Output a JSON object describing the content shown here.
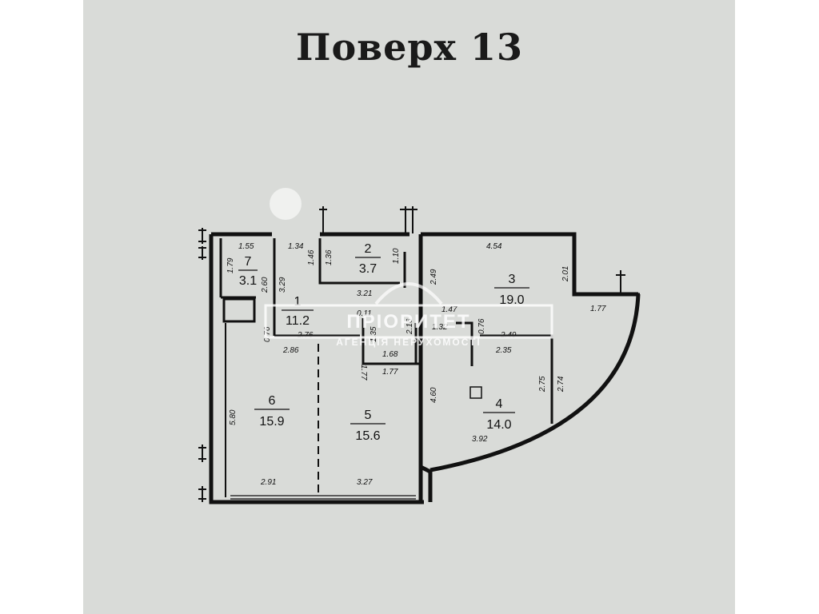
{
  "floor_title": "Поверх  13",
  "rooms": [
    {
      "id": "7",
      "num": "7",
      "area": "3.1"
    },
    {
      "id": "2",
      "num": "2",
      "area": "3.7"
    },
    {
      "id": "3",
      "num": "3",
      "area": "19.0"
    },
    {
      "id": "1",
      "num": "1",
      "area": "11.2"
    },
    {
      "id": "6",
      "num": "6",
      "area": "15.9"
    },
    {
      "id": "5",
      "num": "5",
      "area": "15.6"
    },
    {
      "id": "4",
      "num": "4",
      "area": "14.0"
    }
  ],
  "dimensions": [
    "1.55",
    "1.34",
    "1.79",
    "2.60",
    "1.46",
    "1.36",
    "1.10",
    "3.29",
    "3.21",
    "2.49",
    "4.54",
    "2.01",
    "1.77",
    "0.11",
    "1.47",
    "1.32",
    "0.76",
    "2.49",
    "2.35",
    "2.76",
    "2.86",
    "0.76",
    "1.35",
    "2.16",
    "1.68",
    "1.77",
    "1.77",
    "4.60",
    "2.75",
    "2.74",
    "3.92",
    "5.80",
    "2.91",
    "3.27"
  ],
  "watermark": {
    "brand": "ПРІОРИТЕТ",
    "tagline": "АГЕНЦІЯ НЕРУХОМОСТІ"
  }
}
